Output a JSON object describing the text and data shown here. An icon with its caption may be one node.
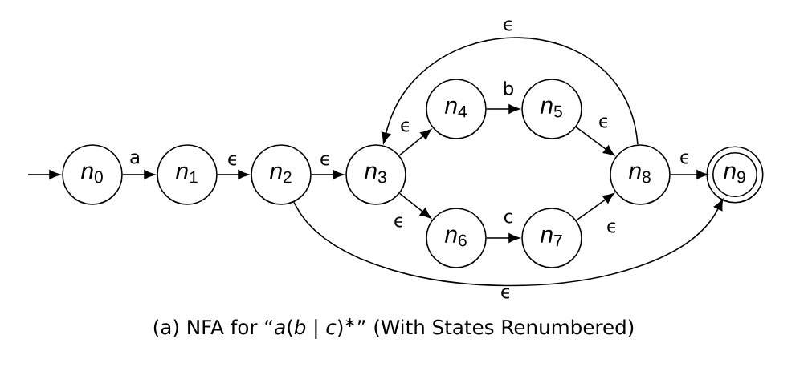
{
  "diagram": {
    "caption": "(a) NFA for “*a*(*b* | *c*)$^{∗}$” (With States Renumbered)",
    "nodes": [
      {
        "text": [
          "*n*$_{0}$"
        ]
      },
      {
        "text": [
          "*n*$_{1}$"
        ]
      },
      {
        "text": [
          "*n*$_{2}$"
        ]
      },
      {
        "text": [
          "*n*$_{3}$"
        ]
      },
      {
        "text": [
          "*n*$_{4}$"
        ]
      },
      {
        "text": [
          "*n*$_{5}$"
        ]
      },
      {
        "text": [
          "*n*$_{6}$"
        ]
      },
      {
        "text": [
          "*n*$_{7}$"
        ]
      },
      {
        "text": [
          "*n*$_{8}$"
        ]
      },
      {
        "text": [
          "*n*$_{9}$"
        ]
      }
    ],
    "edges": [
      {
        "from": null,
        "to": 0,
        "arrow": "to"
      },
      {
        "from": 0,
        "to": 1,
        "arrow": "to",
        "label": "a"
      },
      {
        "from": 1,
        "to": 2,
        "arrow": "to",
        "label": "ϵ"
      },
      {
        "from": 2,
        "to": 3,
        "arrow": "to",
        "label": "ϵ"
      },
      {
        "from": 3,
        "to": 4,
        "arrow": "to",
        "label": "ϵ"
      },
      {
        "from": 4,
        "to": 5,
        "arrow": "to",
        "label": "b"
      },
      {
        "from": 5,
        "to": 8,
        "arrow": "to",
        "label": "ϵ"
      },
      {
        "from": 3,
        "to": 6,
        "arrow": "to",
        "label": "ϵ"
      },
      {
        "from": 6,
        "to": 7,
        "arrow": "to",
        "label": "c"
      },
      {
        "from": 7,
        "to": 8,
        "arrow": "to",
        "label": "ϵ"
      },
      {
        "from": 8,
        "to": 9,
        "arrow": "to",
        "label": "ϵ"
      },
      {
        "from": 8,
        "to": 3,
        "arrow": "to",
        "label": "ϵ"
      },
      {
        "from": 2,
        "to": 9,
        "arrow": "to",
        "label": "ϵ"
      }
    ]
  }
}
